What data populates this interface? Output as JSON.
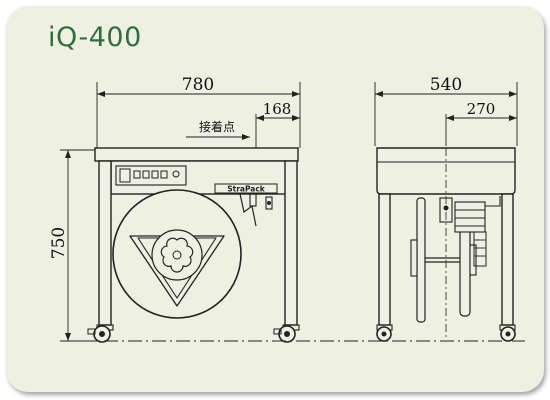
{
  "title": "iQ-400",
  "dimensions": {
    "front_width": "780",
    "front_offset": "168",
    "front_height": "750",
    "side_depth": "540",
    "side_offset": "270"
  },
  "annotation": "接着点",
  "brand_plate": "StraPack"
}
